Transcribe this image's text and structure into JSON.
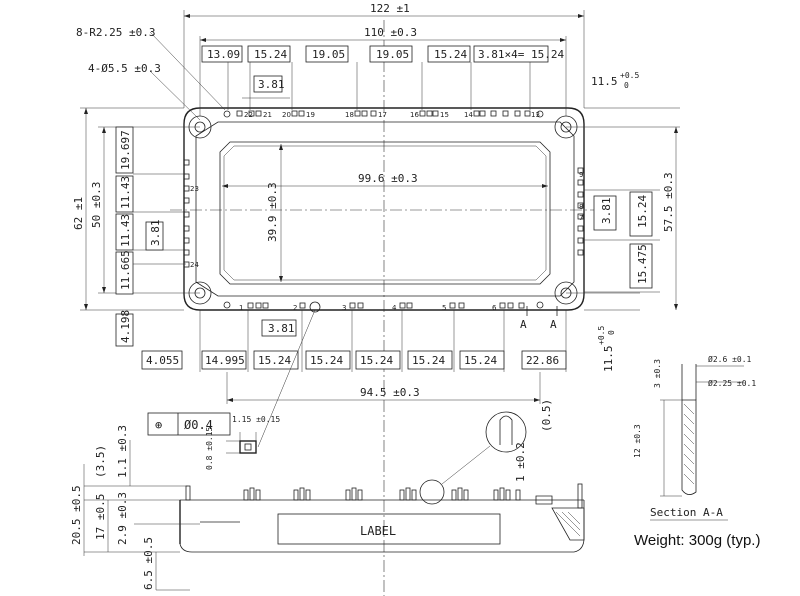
{
  "top_view": {
    "overall_width": "122 ±1",
    "mount_hole_spacing": "110 ±0.3",
    "corner_radius": "8-R2.25 ±0.3",
    "mount_holes": "4-Ø5.5 ±0.3",
    "top_pitch": [
      "13.09",
      "15.24",
      "19.05",
      "19.05",
      "15.24",
      "3.81×4= 15.24"
    ],
    "top_pin_gap": "3.81",
    "right_offset_top": "11.5",
    "right_offset_top_tol_plus": "+0.5",
    "right_offset_top_tol_minus": "0",
    "inner_width": "99.6 ±0.3",
    "inner_height": "39.9 ±0.3",
    "overall_height": "62 ±1",
    "mount_hole_height": "50 ±0.3",
    "left_pitch": [
      "19.697",
      "11.43",
      "11.43",
      "11.665"
    ],
    "left_pin_gap": "3.81",
    "bottom_left_offset": "4.198",
    "right_pitch": [
      "3.81",
      "15.24",
      "15.475"
    ],
    "right_overall": "57.5 ±0.3",
    "bottom_pin_gap": "3.81",
    "bottom_pitch": [
      "4.055",
      "14.995",
      "15.24",
      "15.24",
      "15.24",
      "15.24",
      "15.24",
      "22.86"
    ],
    "right_offset_bottom": "11.5",
    "right_offset_bottom_tol_plus": "+0.5",
    "right_offset_bottom_tol_minus": "0",
    "bottom_span": "94.5 ±0.3",
    "section_marker": "A"
  },
  "pin_labels": {
    "top": [
      "22",
      "21",
      "20",
      "19",
      "18",
      "17",
      "16",
      "15",
      "14",
      "13"
    ],
    "right": [
      "9",
      "8",
      "7"
    ],
    "left": [
      "23",
      "24"
    ],
    "bottom": [
      "1",
      "2",
      "3",
      "4",
      "5",
      "6"
    ]
  },
  "tolerance_frame": {
    "symbol": "⊕",
    "value": "Ø0.4"
  },
  "detail_pin": {
    "width": "1.15 ±0.15",
    "thickness": "0.8 ±0.15"
  },
  "side_view": {
    "pin_top": "(3.5)",
    "pin_offset": "1.1 ±0.3",
    "total_height": "20.5 ±0.5",
    "body_height": "17 ±0.5",
    "base_height": "2.9 ±0.3",
    "bottom_offset": "6.5 ±0.5",
    "detail_gap": "(0.5)",
    "detail_height": "1 ±0.2",
    "label": "LABEL"
  },
  "section": {
    "title": "Section A-A",
    "dia_outer": "Ø2.6 ±0.1",
    "dia_inner": "Ø2.25 ±0.1",
    "top_depth": "3 ±0.3",
    "length": "12 ±0.3"
  },
  "weight": "Weight: 300g (typ.)"
}
